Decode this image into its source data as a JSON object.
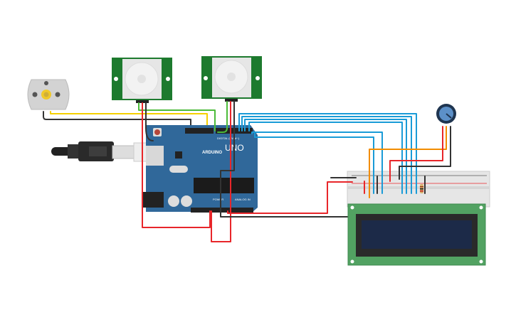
{
  "arduino": {
    "model_label": "UNO",
    "brand_label": "ARDUINO",
    "digital_label": "DIGITAL (PWM~)",
    "power_label": "POWER",
    "analog_label": "ANALOG IN"
  },
  "colors": {
    "arduino_board": "#30689a",
    "pir_board": "#1d7a2e",
    "lcd_board": "#52a262",
    "lcd_screen": "#1c2a48",
    "wire_red": "#e8262a",
    "wire_black": "#333333",
    "wire_blue": "#1a9bd7",
    "wire_yellow": "#f5d000",
    "wire_green": "#4cbb3a",
    "wire_orange": "#f28c00"
  },
  "components": [
    "dc-motor",
    "pir-sensor",
    "pir-sensor",
    "arduino-uno",
    "usb-cable",
    "breadboard",
    "lcd-16x2",
    "potentiometer",
    "resistor"
  ]
}
